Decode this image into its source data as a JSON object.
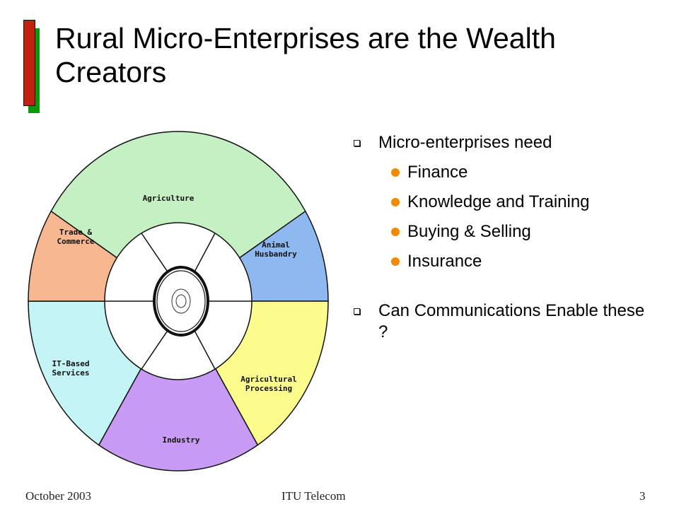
{
  "slide": {
    "title": "Rural Micro-Enterprises are the Wealth Creators"
  },
  "wheel": {
    "segments": [
      {
        "label": "Agriculture",
        "color": "#c4f0c4"
      },
      {
        "label": "Animal Husbandry",
        "color": "#8db8f0"
      },
      {
        "label": "Agricultural Processing",
        "color": "#fdfd8e"
      },
      {
        "label": "Industry",
        "color": "#c79af3"
      },
      {
        "label": "IT-Based Services",
        "color": "#c4f4f6"
      },
      {
        "label": "Trade & Commerce",
        "color": "#f7b891"
      }
    ]
  },
  "bullets": {
    "q1": "Micro-enterprises need",
    "items": [
      "Finance",
      "Knowledge and Training",
      "Buying & Selling",
      "Insurance"
    ],
    "q2": "Can Communications Enable these ?"
  },
  "footer": {
    "date": "October 2003",
    "center": "ITU Telecom",
    "page": "3"
  }
}
